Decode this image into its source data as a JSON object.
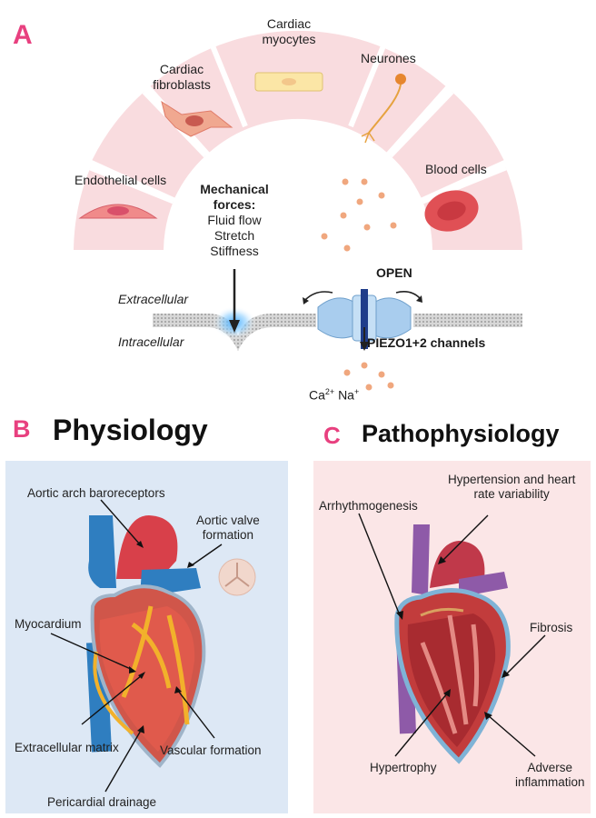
{
  "panel_a": {
    "letter": "A",
    "cells": {
      "endothelial": "Endothelial cells",
      "fibroblasts_line1": "Cardiac",
      "fibroblasts_line2": "fibroblasts",
      "myocytes_line1": "Cardiac",
      "myocytes_line2": "myocytes",
      "neurones": "Neurones",
      "blood": "Blood cells"
    },
    "mechanical": {
      "heading_line1": "Mechanical",
      "heading_line2": "forces:",
      "item1": "Fluid flow",
      "item2": "Stretch",
      "item3": "Stiffness"
    },
    "extracellular": "Extracellular",
    "intracellular": "Intracellular",
    "open": "OPEN",
    "channel": "PIEZO1+2 channels",
    "ions": {
      "ca": "Ca",
      "ca_sup": "2+",
      "na": "Na",
      "na_sup": "+"
    },
    "colors": {
      "sector_fill": "#f9dcdf",
      "accent_pink": "#e8407f",
      "ion_dot": "#f0a77e"
    }
  },
  "panel_b": {
    "letter": "B",
    "title": "Physiology",
    "labels": {
      "baroreceptors": "Aortic arch baroreceptors",
      "aortic_valve_line1": "Aortic valve",
      "aortic_valve_line2": "formation",
      "myocardium": "Myocardium",
      "ecm": "Extracellular matrix",
      "vascular": "Vascular formation",
      "pericardial": "Pericardial drainage"
    },
    "colors": {
      "background": "#dde8f5"
    }
  },
  "panel_c": {
    "letter": "C",
    "title": "Pathophysiology",
    "labels": {
      "hypertension_line1": "Hypertension and heart",
      "hypertension_line2": "rate variability",
      "arrhythmogenesis": "Arrhythmogenesis",
      "fibrosis": "Fibrosis",
      "hypertrophy": "Hypertrophy",
      "adverse_line1": "Adverse",
      "adverse_line2": "inflammation"
    },
    "colors": {
      "background": "#fbe6e7"
    }
  }
}
